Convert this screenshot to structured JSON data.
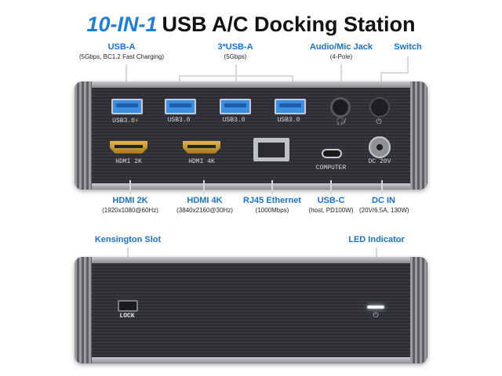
{
  "title": {
    "highlight": "10-IN-1",
    "text": "USB A/C Docking Station"
  },
  "top_labels": [
    {
      "heading": "USB-A",
      "sub": "(5Gbps, BC1.2 Fast Charging)"
    },
    {
      "heading": "3*USB-A",
      "sub": "(5Gbps)"
    },
    {
      "heading": "Audio/Mic Jack",
      "sub": "(4-Pole)"
    },
    {
      "heading": "Switch",
      "sub": ""
    }
  ],
  "bottom_labels": [
    {
      "heading": "HDMI 2K",
      "sub": "(1920x1080@60Hz)"
    },
    {
      "heading": "HDMI 4K",
      "sub": "(3840x2160@30Hz)"
    },
    {
      "heading": "RJ45 Ethernet",
      "sub": "(1000Mbps)"
    },
    {
      "heading": "USB-C",
      "sub": "(host, PD100W)"
    },
    {
      "heading": "DC IN",
      "sub": "(20V/6.5A, 130W)"
    }
  ],
  "back_labels": {
    "kensington": "Kensington Slot",
    "led": "LED Indicator"
  },
  "port_labels": {
    "usb1": "USB3.0",
    "usb2": "USB3.0",
    "usb3": "USB3.0",
    "usb4": "USB3.0",
    "hdmi2k": "HDMI 2K",
    "hdmi4k": "HDMI 4K",
    "computer": "COMPUTER",
    "dc": "DC 20V",
    "lock": "LOCK"
  },
  "icons": {
    "fast_charge": "lightning-icon",
    "audio": "headset-mic-icon",
    "power": "power-icon"
  },
  "colors": {
    "accent": "#1a73d0",
    "body": "#3b3d42",
    "usb_port": "#3a8fe0",
    "hdmi_port": "#d4a63a"
  }
}
